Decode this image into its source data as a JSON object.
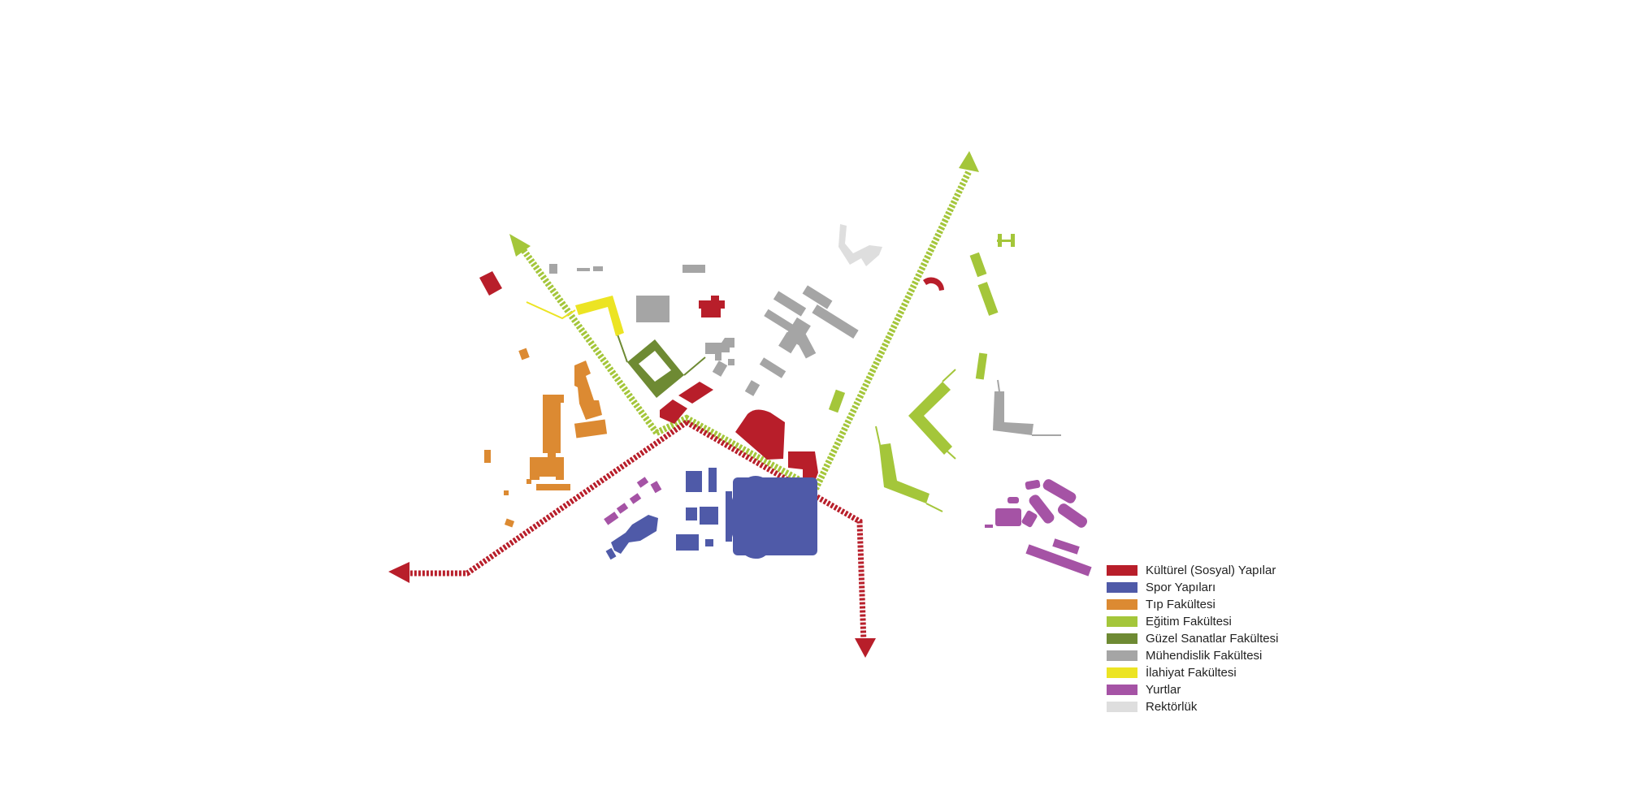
{
  "colors": {
    "kulturel": "#b81e2a",
    "spor": "#4f5aa8",
    "tip": "#dc8a32",
    "egitim": "#a4c63a",
    "guzel": "#6e8a33",
    "muhendislik": "#a5a5a5",
    "ilahiyat": "#ece423",
    "yurtlar": "#a553a5",
    "rektorluk": "#dedede"
  },
  "legend": {
    "items": [
      {
        "label": "Kültürel (Sosyal) Yapılar",
        "color": "#b81e2a"
      },
      {
        "label": "Spor Yapıları",
        "color": "#4f5aa8"
      },
      {
        "label": "Tıp Fakültesi",
        "color": "#dc8a32"
      },
      {
        "label": "Eğitim Fakültesi",
        "color": "#a4c63a"
      },
      {
        "label": "Güzel Sanatlar Fakültesi",
        "color": "#6e8a33"
      },
      {
        "label": "Mühendislik Fakültesi",
        "color": "#a5a5a5"
      },
      {
        "label": "İlahiyat Fakültesi",
        "color": "#ece423"
      },
      {
        "label": "Yurtlar",
        "color": "#a553a5"
      },
      {
        "label": "Rektörlük",
        "color": "#dedede"
      }
    ]
  }
}
